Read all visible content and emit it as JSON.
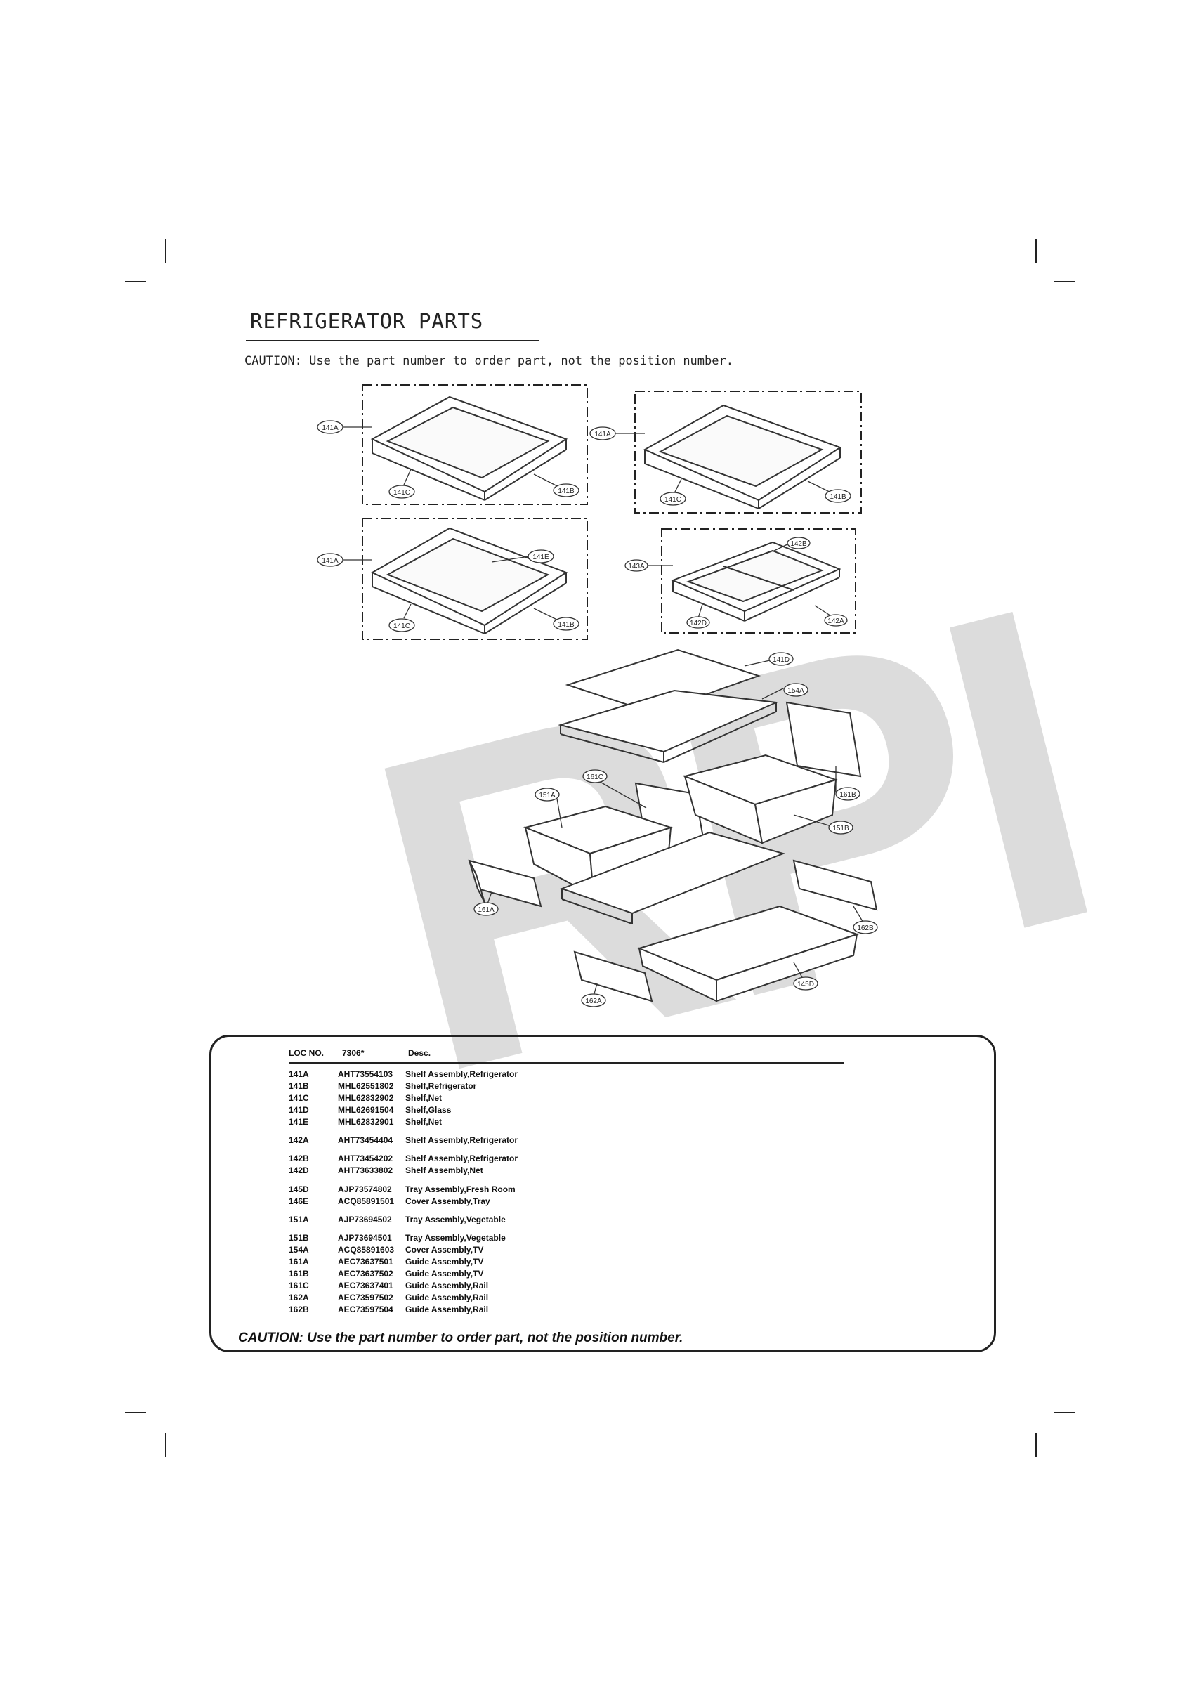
{
  "page": {
    "title": "REFRIGERATOR  PARTS",
    "caution_top": "CAUTION: Use the part number to order part, not the position number.",
    "watermark": "RPI"
  },
  "callouts": {
    "box1": [
      "141A",
      "141C",
      "141B"
    ],
    "box2": [
      "141A",
      "141C",
      "141B"
    ],
    "box3": [
      "141A",
      "141E",
      "141C",
      "141B"
    ],
    "box4": [
      "143A",
      "142B",
      "142D",
      "142A"
    ],
    "exploded": [
      "141D",
      "154A",
      "161C",
      "151A",
      "161B",
      "151B",
      "161A",
      "162B",
      "145D",
      "162A"
    ]
  },
  "parts_table": {
    "headers": [
      "LOC NO.",
      "7306*",
      "Desc."
    ],
    "rows": [
      {
        "loc": "141A",
        "part": "AHT73554103",
        "desc": "Shelf Assembly,Refrigerator"
      },
      {
        "loc": "141B",
        "part": "MHL62551802",
        "desc": "Shelf,Refrigerator"
      },
      {
        "loc": "141C",
        "part": "MHL62832902",
        "desc": "Shelf,Net"
      },
      {
        "loc": "141D",
        "part": "MHL62691504",
        "desc": "Shelf,Glass"
      },
      {
        "loc": "141E",
        "part": "MHL62832901",
        "desc": "Shelf,Net"
      },
      {
        "loc": "142A",
        "part": "AHT73454404",
        "desc": "Shelf Assembly,Refrigerator"
      },
      {
        "loc": "142B",
        "part": "AHT73454202",
        "desc": "Shelf Assembly,Refrigerator"
      },
      {
        "loc": "142D",
        "part": "AHT73633802",
        "desc": "Shelf Assembly,Net"
      },
      {
        "loc": "145D",
        "part": "AJP73574802",
        "desc": "Tray Assembly,Fresh Room"
      },
      {
        "loc": "146E",
        "part": "ACQ85891501",
        "desc": "Cover Assembly,Tray"
      },
      {
        "loc": "151A",
        "part": "AJP73694502",
        "desc": "Tray Assembly,Vegetable"
      },
      {
        "loc": "151B",
        "part": "AJP73694501",
        "desc": "Tray Assembly,Vegetable"
      },
      {
        "loc": "154A",
        "part": "ACQ85891603",
        "desc": "Cover Assembly,TV"
      },
      {
        "loc": "161A",
        "part": "AEC73637501",
        "desc": "Guide Assembly,TV"
      },
      {
        "loc": "161B",
        "part": "AEC73637502",
        "desc": "Guide Assembly,TV"
      },
      {
        "loc": "161C",
        "part": "AEC73637401",
        "desc": "Guide Assembly,Rail"
      },
      {
        "loc": "162A",
        "part": "AEC73597502",
        "desc": "Guide Assembly,Rail"
      },
      {
        "loc": "162B",
        "part": "AEC73597504",
        "desc": "Guide Assembly,Rail"
      }
    ],
    "caution_bottom": "CAUTION: Use the part number to order part, not the position number."
  }
}
